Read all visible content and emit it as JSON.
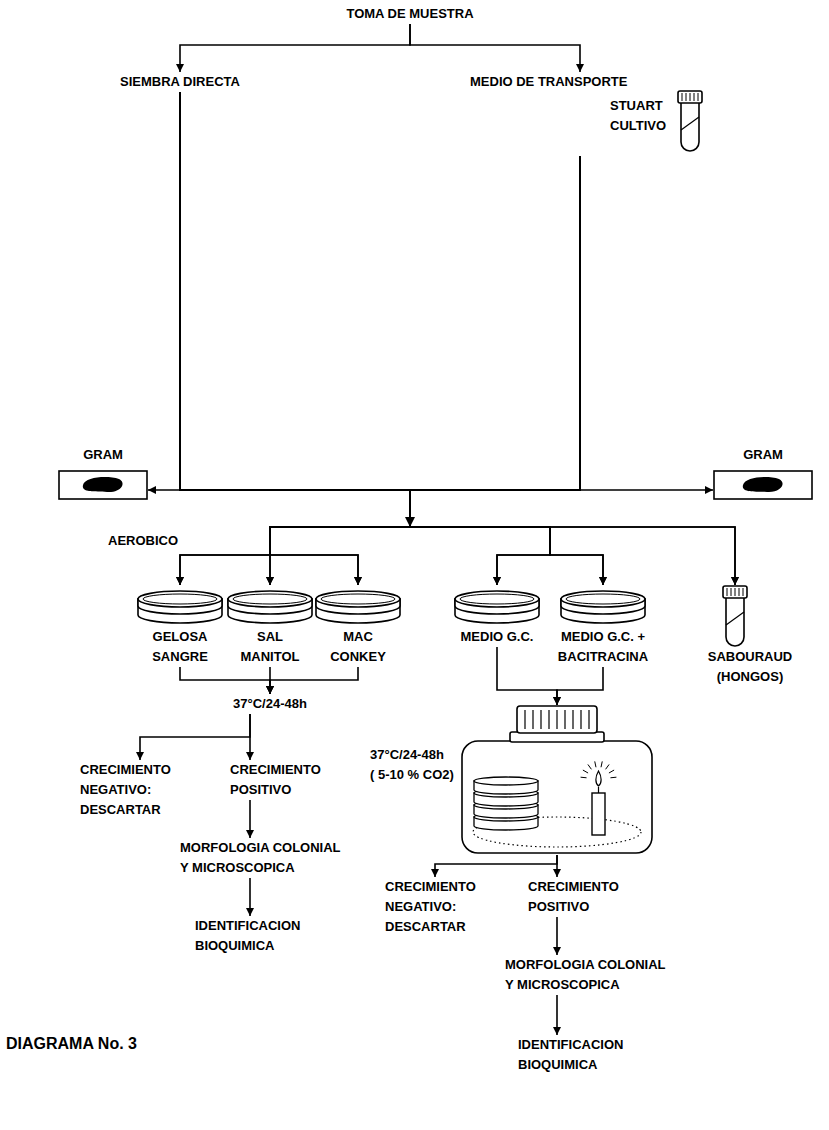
{
  "diagram": {
    "caption": "DIAGRAMA No. 3",
    "nodes": [
      {
        "text": [
          "TOMA DE MUESTRA"
        ]
      },
      {
        "text": [
          "SIEMBRA DIRECTA"
        ]
      },
      {
        "text": [
          "MEDIO DE TRANSPORTE",
          "STUART CULTIVO"
        ]
      },
      {
        "text": [
          "GRAM"
        ]
      },
      {
        "text": [
          "GRAM"
        ]
      },
      {
        "text": [
          "GELOSA SANGRE"
        ]
      },
      {
        "text": [
          "SAL MANITOL"
        ]
      },
      {
        "text": [
          "MAC CONKEY"
        ]
      },
      {
        "text": [
          "MEDIO G.C."
        ]
      },
      {
        "text": [
          "MEDIO G.C. + BACITRACINA"
        ]
      },
      {
        "text": [
          "SABOURAUD (HONGOS)"
        ]
      },
      {
        "text": [
          "37°C/24-48h"
        ]
      },
      {
        "text": [
          "CRECIMIENTO NEGATIVO: DESCARTAR"
        ]
      },
      {
        "text": [
          "CRECIMIENTO POSITIVO"
        ]
      },
      {
        "text": [
          "MORFOLOGIA COLONIAL Y MICROSCOPICA"
        ]
      },
      {
        "text": [
          "IDENTIFICACION BIOQUIMICA"
        ]
      },
      {
        "text": [
          "37°C/24-48h",
          "( 5-10 % CO2)"
        ]
      },
      {
        "text": [
          "CRECIMIENTO NEGATIVO: DESCARTAR"
        ]
      },
      {
        "text": [
          "CRECIMIENTO POSITIVO"
        ]
      },
      {
        "text": [
          "MORFOLOGIA COLONIAL Y MICROSCOPICA"
        ]
      },
      {
        "text": [
          "IDENTIFICACION BIOQUIMICA"
        ]
      }
    ],
    "edges": [
      {
        "from": 0,
        "to": 1,
        "arrow": "to"
      },
      {
        "from": 0,
        "to": 2,
        "arrow": "to"
      },
      {
        "from": 1,
        "to": 3,
        "arrow": "to"
      },
      {
        "from": 2,
        "to": 4,
        "arrow": "to"
      },
      {
        "from": 1,
        "to": 5,
        "arrow": "to"
      },
      {
        "from": 1,
        "to": 6,
        "arrow": "to"
      },
      {
        "from": 1,
        "to": 7,
        "arrow": "to"
      },
      {
        "from": 1,
        "to": 8,
        "arrow": "to"
      },
      {
        "from": 1,
        "to": 9,
        "arrow": "to"
      },
      {
        "from": 1,
        "to": 10,
        "arrow": "to"
      },
      {
        "from": 2,
        "to": 5,
        "arrow": "to"
      },
      {
        "from": 2,
        "to": 6,
        "arrow": "to"
      },
      {
        "from": 2,
        "to": 7,
        "arrow": "to"
      },
      {
        "from": 2,
        "to": 8,
        "arrow": "to"
      },
      {
        "from": 2,
        "to": 9,
        "arrow": "to"
      },
      {
        "from": 2,
        "to": 10,
        "arrow": "to"
      },
      {
        "from": 5,
        "to": 11,
        "arrow": "to"
      },
      {
        "from": 6,
        "to": 11,
        "arrow": "to"
      },
      {
        "from": 7,
        "to": 11,
        "arrow": "to"
      },
      {
        "from": 11,
        "to": 12,
        "arrow": "to"
      },
      {
        "from": 11,
        "to": 13,
        "arrow": "to"
      },
      {
        "from": 13,
        "to": 14,
        "arrow": "to"
      },
      {
        "from": 14,
        "to": 15,
        "arrow": "to"
      },
      {
        "from": 8,
        "to": 16,
        "arrow": "to"
      },
      {
        "from": 9,
        "to": 16,
        "arrow": "to"
      },
      {
        "from": 16,
        "to": 17,
        "arrow": "to"
      },
      {
        "from": 16,
        "to": 18,
        "arrow": "to"
      },
      {
        "from": 18,
        "to": 19,
        "arrow": "to"
      },
      {
        "from": 19,
        "to": 20,
        "arrow": "to"
      }
    ],
    "labels": [
      "AEROBICO"
    ]
  }
}
